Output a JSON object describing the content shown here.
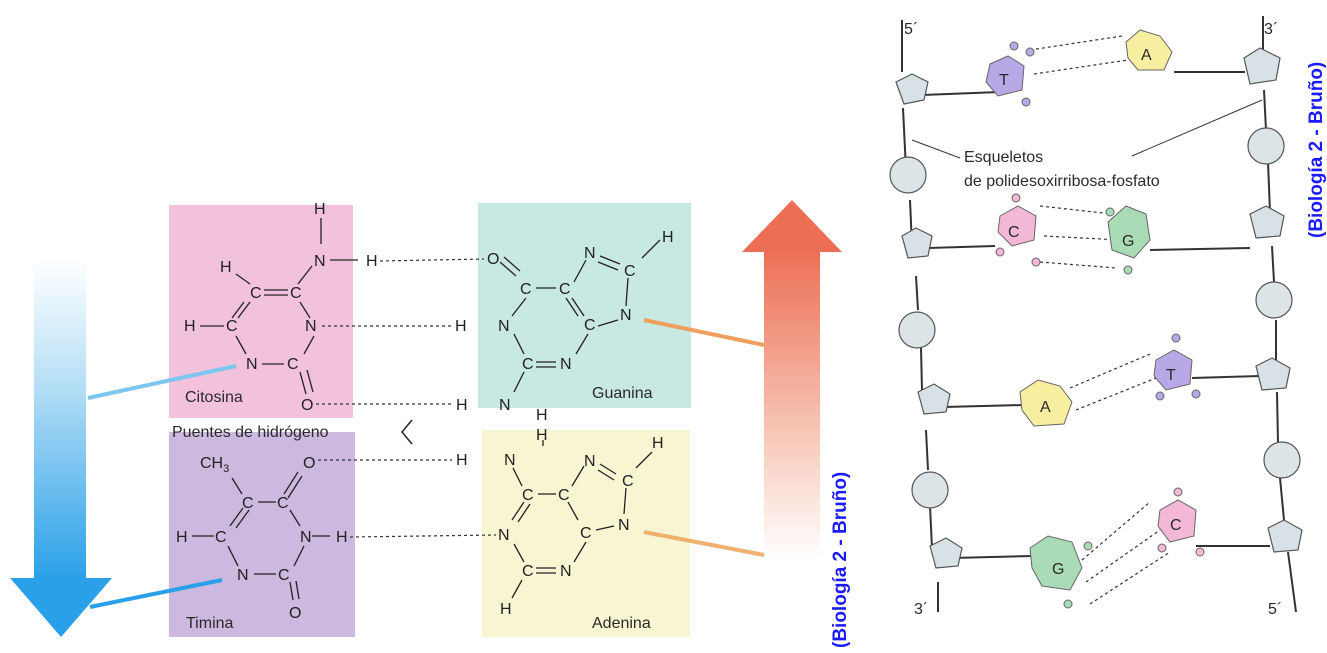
{
  "labels": {
    "cytosine": "Citosina",
    "guanine": "Guanina",
    "thymine": "Timina",
    "adenine": "Adenina",
    "hydrogen_bonds": "Puentes de hidrógeno"
  },
  "atoms": {
    "H": "H",
    "N": "N",
    "O": "O",
    "C": "C",
    "CH3": "CH",
    "CH3_sub": "3"
  },
  "watermark": "(Biología 2 - Bruño)",
  "helix": {
    "top_left_end": "5´",
    "top_right_end": "3´",
    "bottom_left_end": "3´",
    "bottom_right_end": "5´",
    "backbone_label_line1": "Esqueletos",
    "backbone_label_line2": "de polidesoxirribosa-fosfato",
    "bases": [
      "T",
      "A",
      "C",
      "G",
      "A",
      "T",
      "G",
      "C"
    ]
  },
  "colors": {
    "cytosine_box": "#f2c2dc",
    "guanine_box": "#c8e8e2",
    "thymine_box": "#cdb8e0",
    "adenine_box": "#f8f5d2",
    "base_T": "#b9a8e6",
    "base_A": "#f7eea0",
    "base_C": "#f2b8d6",
    "base_G": "#a9dcb6",
    "down_arrow": "#39a8ea",
    "up_arrow": "#ee7a5e",
    "watermark": "#1a1aff"
  }
}
